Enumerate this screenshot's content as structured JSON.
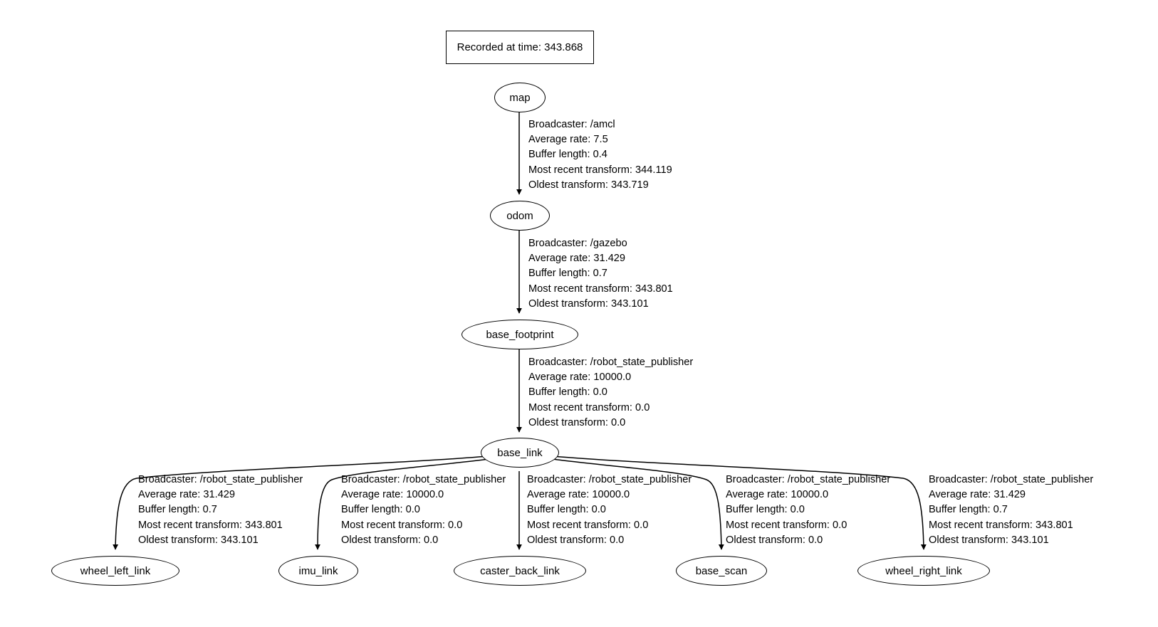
{
  "diagram": {
    "type": "tf-frame-tree",
    "title_box": {
      "label": "Recorded at time: 343.868"
    },
    "nodes": [
      {
        "id": "map",
        "label": "map"
      },
      {
        "id": "odom",
        "label": "odom"
      },
      {
        "id": "base_footprint",
        "label": "base_footprint"
      },
      {
        "id": "base_link",
        "label": "base_link"
      },
      {
        "id": "wheel_left_link",
        "label": "wheel_left_link"
      },
      {
        "id": "imu_link",
        "label": "imu_link"
      },
      {
        "id": "caster_back_link",
        "label": "caster_back_link"
      },
      {
        "id": "base_scan",
        "label": "base_scan"
      },
      {
        "id": "wheel_right_link",
        "label": "wheel_right_link"
      }
    ],
    "edges": [
      {
        "from": "map",
        "to": "odom",
        "broadcaster": "Broadcaster: /amcl",
        "average_rate": "Average rate: 7.5",
        "buffer_length": "Buffer length: 0.4",
        "most_recent_transform": "Most recent transform: 344.119",
        "oldest_transform": "Oldest transform: 343.719"
      },
      {
        "from": "odom",
        "to": "base_footprint",
        "broadcaster": "Broadcaster: /gazebo",
        "average_rate": "Average rate: 31.429",
        "buffer_length": "Buffer length: 0.7",
        "most_recent_transform": "Most recent transform: 343.801",
        "oldest_transform": "Oldest transform: 343.101"
      },
      {
        "from": "base_footprint",
        "to": "base_link",
        "broadcaster": "Broadcaster: /robot_state_publisher",
        "average_rate": "Average rate: 10000.0",
        "buffer_length": "Buffer length: 0.0",
        "most_recent_transform": "Most recent transform: 0.0",
        "oldest_transform": "Oldest transform: 0.0"
      },
      {
        "from": "base_link",
        "to": "wheel_left_link",
        "broadcaster": "Broadcaster: /robot_state_publisher",
        "average_rate": "Average rate: 31.429",
        "buffer_length": "Buffer length: 0.7",
        "most_recent_transform": "Most recent transform: 343.801",
        "oldest_transform": "Oldest transform: 343.101"
      },
      {
        "from": "base_link",
        "to": "imu_link",
        "broadcaster": "Broadcaster: /robot_state_publisher",
        "average_rate": "Average rate: 10000.0",
        "buffer_length": "Buffer length: 0.0",
        "most_recent_transform": "Most recent transform: 0.0",
        "oldest_transform": "Oldest transform: 0.0"
      },
      {
        "from": "base_link",
        "to": "caster_back_link",
        "broadcaster": "Broadcaster: /robot_state_publisher",
        "average_rate": "Average rate: 10000.0",
        "buffer_length": "Buffer length: 0.0",
        "most_recent_transform": "Most recent transform: 0.0",
        "oldest_transform": "Oldest transform: 0.0"
      },
      {
        "from": "base_link",
        "to": "base_scan",
        "broadcaster": "Broadcaster: /robot_state_publisher",
        "average_rate": "Average rate: 10000.0",
        "buffer_length": "Buffer length: 0.0",
        "most_recent_transform": "Most recent transform: 0.0",
        "oldest_transform": "Oldest transform: 0.0"
      },
      {
        "from": "base_link",
        "to": "wheel_right_link",
        "broadcaster": "Broadcaster: /robot_state_publisher",
        "average_rate": "Average rate: 31.429",
        "buffer_length": "Buffer length: 0.7",
        "most_recent_transform": "Most recent transform: 343.801",
        "oldest_transform": "Oldest transform: 343.101"
      }
    ],
    "colors": {
      "background": "#ffffff",
      "stroke": "#000000",
      "text": "#000000"
    }
  }
}
